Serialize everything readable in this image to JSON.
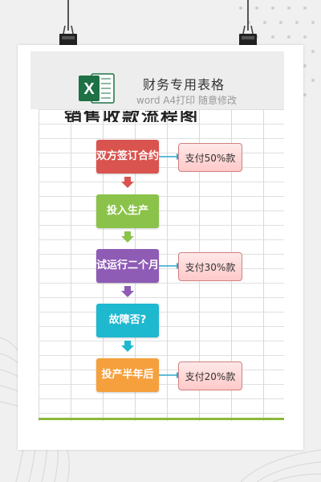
{
  "header": {
    "title": "财务专用表格",
    "subtitle": "word A4打印 随意修改",
    "logo_letter": "X"
  },
  "sheet": {
    "title": "销售收款流程图"
  },
  "flow": {
    "steps": [
      {
        "label": "双方签订合约",
        "color": "#d9534f"
      },
      {
        "label": "投入生产",
        "color": "#8bc34a"
      },
      {
        "label": "试运行二个月",
        "color": "#8e5bb5"
      },
      {
        "label": "故障否?",
        "color": "#1eb8cf"
      },
      {
        "label": "投产半年后",
        "color": "#f6a03d"
      }
    ],
    "notes": [
      "支付50%款",
      "支付30%款",
      "支付20%款"
    ]
  },
  "colors": {
    "arrow_red": "#d9534f",
    "arrow_green": "#8bc34a",
    "arrow_purple": "#8e5bb5",
    "arrow_cyan": "#1eb8cf",
    "side_arrow": "#2aa7c9",
    "excel_green": "#1e7145"
  }
}
